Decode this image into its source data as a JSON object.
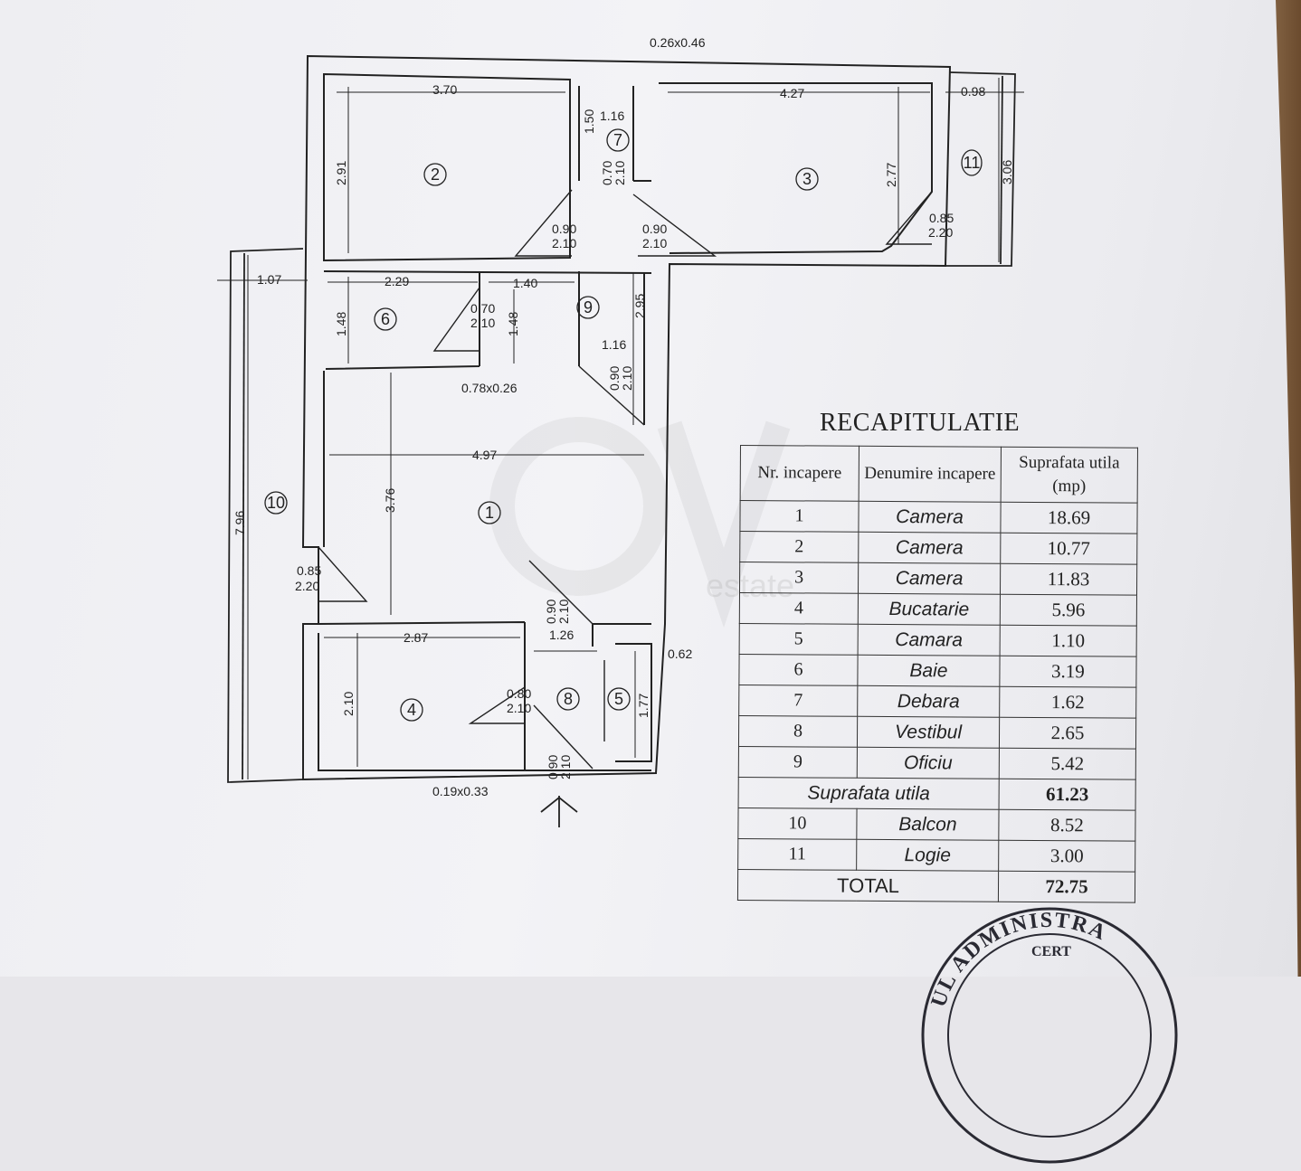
{
  "plan": {
    "dimensions": {
      "d370": "3.70",
      "d427": "4.27",
      "d098": "0.98",
      "d026x046": "0.26x0.46",
      "d116a": "1.16",
      "d150": "1.50",
      "d291": "2.91",
      "d277": "2.77",
      "d306": "3.06",
      "d070a": "0.70",
      "d210a": "2.10",
      "d090a": "0.90",
      "d210b": "2.10",
      "d090b": "0.90",
      "d210c": "2.10",
      "d085a": "0.85",
      "d220a": "2.20",
      "d107": "1.07",
      "d229": "2.29",
      "d140": "1.40",
      "d295": "2.95",
      "d148a": "1.48",
      "d070b": "0.70",
      "d210d": "2.10",
      "d148b": "1.48",
      "d116b": "1.16",
      "d090c": "0.90",
      "d210e": "2.10",
      "d078x026": "0.78x0.26",
      "d497": "4.97",
      "d376": "3.76",
      "d796": "7.96",
      "d085b": "0.85",
      "d220b": "2.20",
      "d090d": "0.90",
      "d210f": "2.10",
      "d126": "1.26",
      "d062": "0.62",
      "d287": "2.87",
      "d210g": "2.10",
      "d080": "0.80",
      "d210h": "2.10",
      "d177": "1.77",
      "d090e": "0.90",
      "d210i": "2.10",
      "d019x033": "0.19x0.33"
    },
    "room_labels": [
      "1",
      "2",
      "3",
      "4",
      "5",
      "6",
      "7",
      "8",
      "9",
      "10",
      "11"
    ]
  },
  "recap": {
    "title": "RECAPITULATIE",
    "headers": [
      "Nr. incapere",
      "Denumire incapere",
      "Suprafata utila (mp)"
    ],
    "rows": [
      {
        "nr": "1",
        "name": "Camera",
        "area": "18.69"
      },
      {
        "nr": "2",
        "name": "Camera",
        "area": "10.77"
      },
      {
        "nr": "3",
        "name": "Camera",
        "area": "11.83"
      },
      {
        "nr": "4",
        "name": "Bucatarie",
        "area": "5.96"
      },
      {
        "nr": "5",
        "name": "Camara",
        "area": "1.10"
      },
      {
        "nr": "6",
        "name": "Baie",
        "area": "3.19"
      },
      {
        "nr": "7",
        "name": "Debara",
        "area": "1.62"
      },
      {
        "nr": "8",
        "name": "Vestibul",
        "area": "2.65"
      },
      {
        "nr": "9",
        "name": "Oficiu",
        "area": "5.42"
      }
    ],
    "subtotal_label": "Suprafata utila",
    "subtotal_value": "61.23",
    "extra_rows": [
      {
        "nr": "10",
        "name": "Balcon",
        "area": "8.52"
      },
      {
        "nr": "11",
        "name": "Logie",
        "area": "3.00"
      }
    ],
    "total_label": "TOTAL",
    "total_value": "72.75"
  },
  "stamp": {
    "text": "UL ADMINISTRA",
    "text2": "CERT"
  },
  "watermark": {
    "text": "estate"
  }
}
